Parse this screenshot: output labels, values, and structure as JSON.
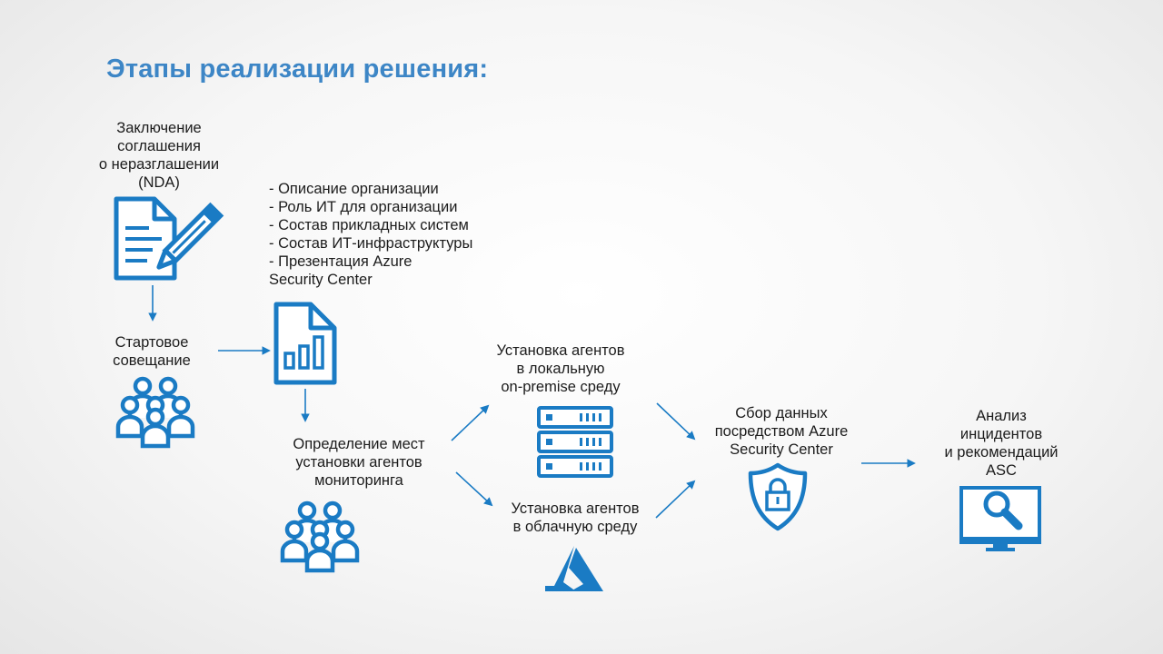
{
  "title": "Этапы реализации решения:",
  "stages": {
    "nda": {
      "lines": [
        "Заключение",
        "соглашения",
        "о неразглашении",
        "(NDA)"
      ],
      "icon": "document-pencil-icon"
    },
    "kickoff": {
      "lines": [
        "Стартовое",
        "совещание"
      ],
      "icon": "people-group-icon"
    },
    "survey": {
      "items": [
        "- Описание организации",
        "- Роль ИТ для организации",
        "- Состав прикладных систем",
        "- Состав ИТ-инфраструктуры",
        "- Презентация Azure",
        "Security Center"
      ],
      "icon": "document-chart-icon"
    },
    "placement": {
      "lines": [
        "Определение мест",
        "установки агентов",
        "мониторинга"
      ],
      "icon": "people-group-icon"
    },
    "onprem": {
      "lines": [
        "Установка агентов",
        "в локальную",
        "on-premise среду"
      ],
      "icon": "server-rack-icon"
    },
    "cloud": {
      "lines": [
        "Установка агентов",
        "в облачную среду"
      ],
      "icon": "azure-logo-icon"
    },
    "collect": {
      "lines": [
        "Сбор данных",
        "посредством Azure",
        "Security Center"
      ],
      "icon": "shield-lock-icon"
    },
    "analysis": {
      "lines": [
        "Анализ",
        "инцидентов",
        "и рекомендаций",
        "ASC"
      ],
      "icon": "monitor-magnifier-icon"
    }
  },
  "colors": {
    "accent": "#1a7bc4",
    "title": "#3d86c6",
    "text": "#1c1c1c"
  }
}
